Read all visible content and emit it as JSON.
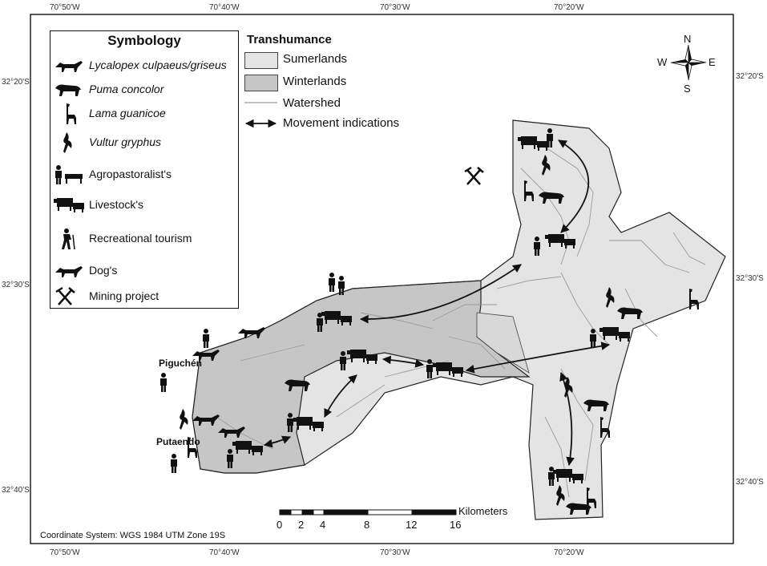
{
  "coordinates": {
    "top": [
      "70°50'W",
      "70°40'W",
      "70°30'W",
      "70°20'W"
    ],
    "bottom": [
      "70°50'W",
      "70°40'W",
      "70°30'W",
      "70°20'W"
    ],
    "left": [
      "32°20'S",
      "32°30'S",
      "32°40'S"
    ],
    "right": [
      "32°20'S",
      "32°30'S",
      "32°40'S"
    ]
  },
  "symbology": {
    "title": "Symbology",
    "items": [
      {
        "label": "Lycalopex culpaeus/griseus",
        "italic": true,
        "icon": "fox-icon"
      },
      {
        "label": "Puma concolor",
        "italic": true,
        "icon": "puma-icon"
      },
      {
        "label": "Lama guanicoe",
        "italic": true,
        "icon": "guanaco-icon"
      },
      {
        "label": "Vultur gryphus",
        "italic": true,
        "icon": "condor-icon"
      },
      {
        "label": "Agropastoralist's",
        "italic": false,
        "icon": "agropastoralist-icon"
      },
      {
        "label": "Livestock's",
        "italic": false,
        "icon": "livestock-icon"
      },
      {
        "label": "Recreational tourism",
        "italic": false,
        "icon": "hiker-icon"
      },
      {
        "label": "Dog's",
        "italic": false,
        "icon": "dog-icon"
      },
      {
        "label": "Mining project",
        "italic": false,
        "icon": "mining-icon"
      }
    ]
  },
  "transhumance": {
    "title": "Transhumance",
    "items": [
      {
        "label": "Sumerlands",
        "color": "#e4e4e4"
      },
      {
        "label": "Winterlands",
        "color": "#c6c6c6"
      },
      {
        "label": "Watershed"
      },
      {
        "label": "Movement indications"
      }
    ]
  },
  "places": {
    "piguchen": "Piguchén",
    "putaendo": "Putaendo"
  },
  "compass": {
    "n": "N",
    "s": "S",
    "e": "E",
    "w": "W"
  },
  "scale_bar": {
    "ticks": [
      "0",
      "2",
      "4",
      "8",
      "12",
      "16"
    ],
    "unit": "Kilometers"
  },
  "coordinate_system": "Coordinate System: WGS 1984 UTM Zone 19S",
  "colors": {
    "summerland": "#e4e4e4",
    "winterland": "#c6c6c6",
    "watershed": "#9a9a9a",
    "border": "#222222"
  }
}
